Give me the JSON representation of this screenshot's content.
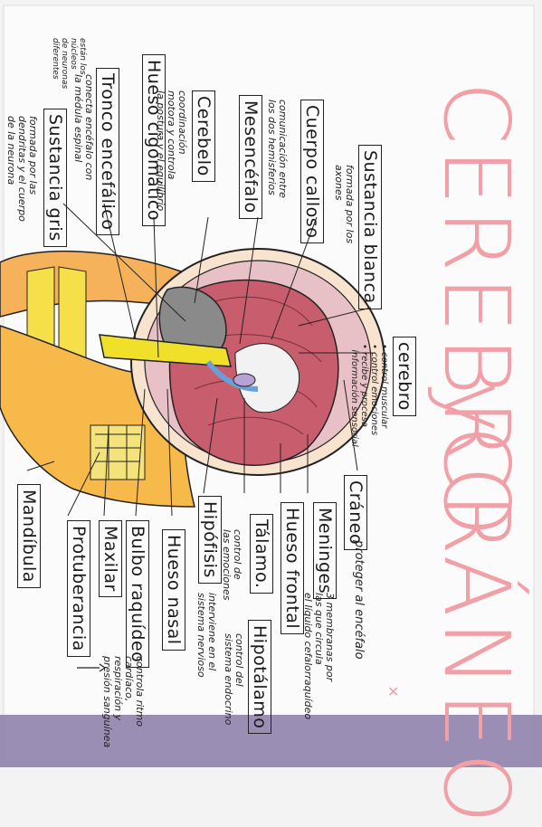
{
  "title": {
    "part1": "CEREBRO",
    "connector": "y",
    "part2": "CRÁNEO"
  },
  "labels": {
    "sustancia_blanca": "Sustancia blanca",
    "cuerpo_calloso": "Cuerpo calloso",
    "mesencefalo": "Mesencéfalo",
    "cerebelo": "Cerebelo",
    "hueso_cigomatico": "Hueso cigomático",
    "tronco_encefalico": "Tronco encefálico",
    "sustancia_gris": "Sustancia gris",
    "cerebro": "cerebro",
    "craneo": "Cráneo",
    "meninges": "Meninges",
    "hueso_frontal": "Hueso frontal",
    "talamo": "Tálamo.",
    "hipotalamo": "Hipotálamo",
    "hipofisis": "Hipófisis",
    "hueso_nasal": "Hueso nasal",
    "bulbo_raquideo": "Bulbo raquídeo",
    "maxilar": "Maxilar",
    "protuberancia": "Protuberancia",
    "mandibula": "Mandíbula"
  },
  "notes": {
    "sustancia_blanca": "formada por los\naxones",
    "cuerpo_calloso": "comunicación entre\nlos dos hemisferios",
    "cerebelo": "coordinación\nmotora y controla\nla postura y el equilibrio",
    "tronco_encefalico": "conecta encéfalo con\nla médula espinal",
    "sustancia_gris": "formada por las\ndendritas y el cuerpo\nde la neurona",
    "sustancia_gris_extra": "están los\nnúcleos\nde neuronas\ndiferentes",
    "cerebro": "• control muscular\n• control emociones\n• recibe y procesa\n  información sensorial",
    "craneo": "proteger al encéfalo",
    "meninges": "3 membranas por\nlas que circula\nel líquido cefalorraquídeo",
    "talamo": "control de\nlas emociones",
    "hipofisis": "interviene en el\nsistema nervioso",
    "hipotalamo": "control del\nsistema endocrino",
    "bulbo": "controla ritmo\ncardíaco,\nrespiración y\npresión sanguínea"
  },
  "colors": {
    "title": "#f0a0a6",
    "brain": "#c85d6e",
    "skin": "#f6c24b",
    "yellow": "#f1e02a",
    "cerebellum": "#8a8a8a"
  }
}
